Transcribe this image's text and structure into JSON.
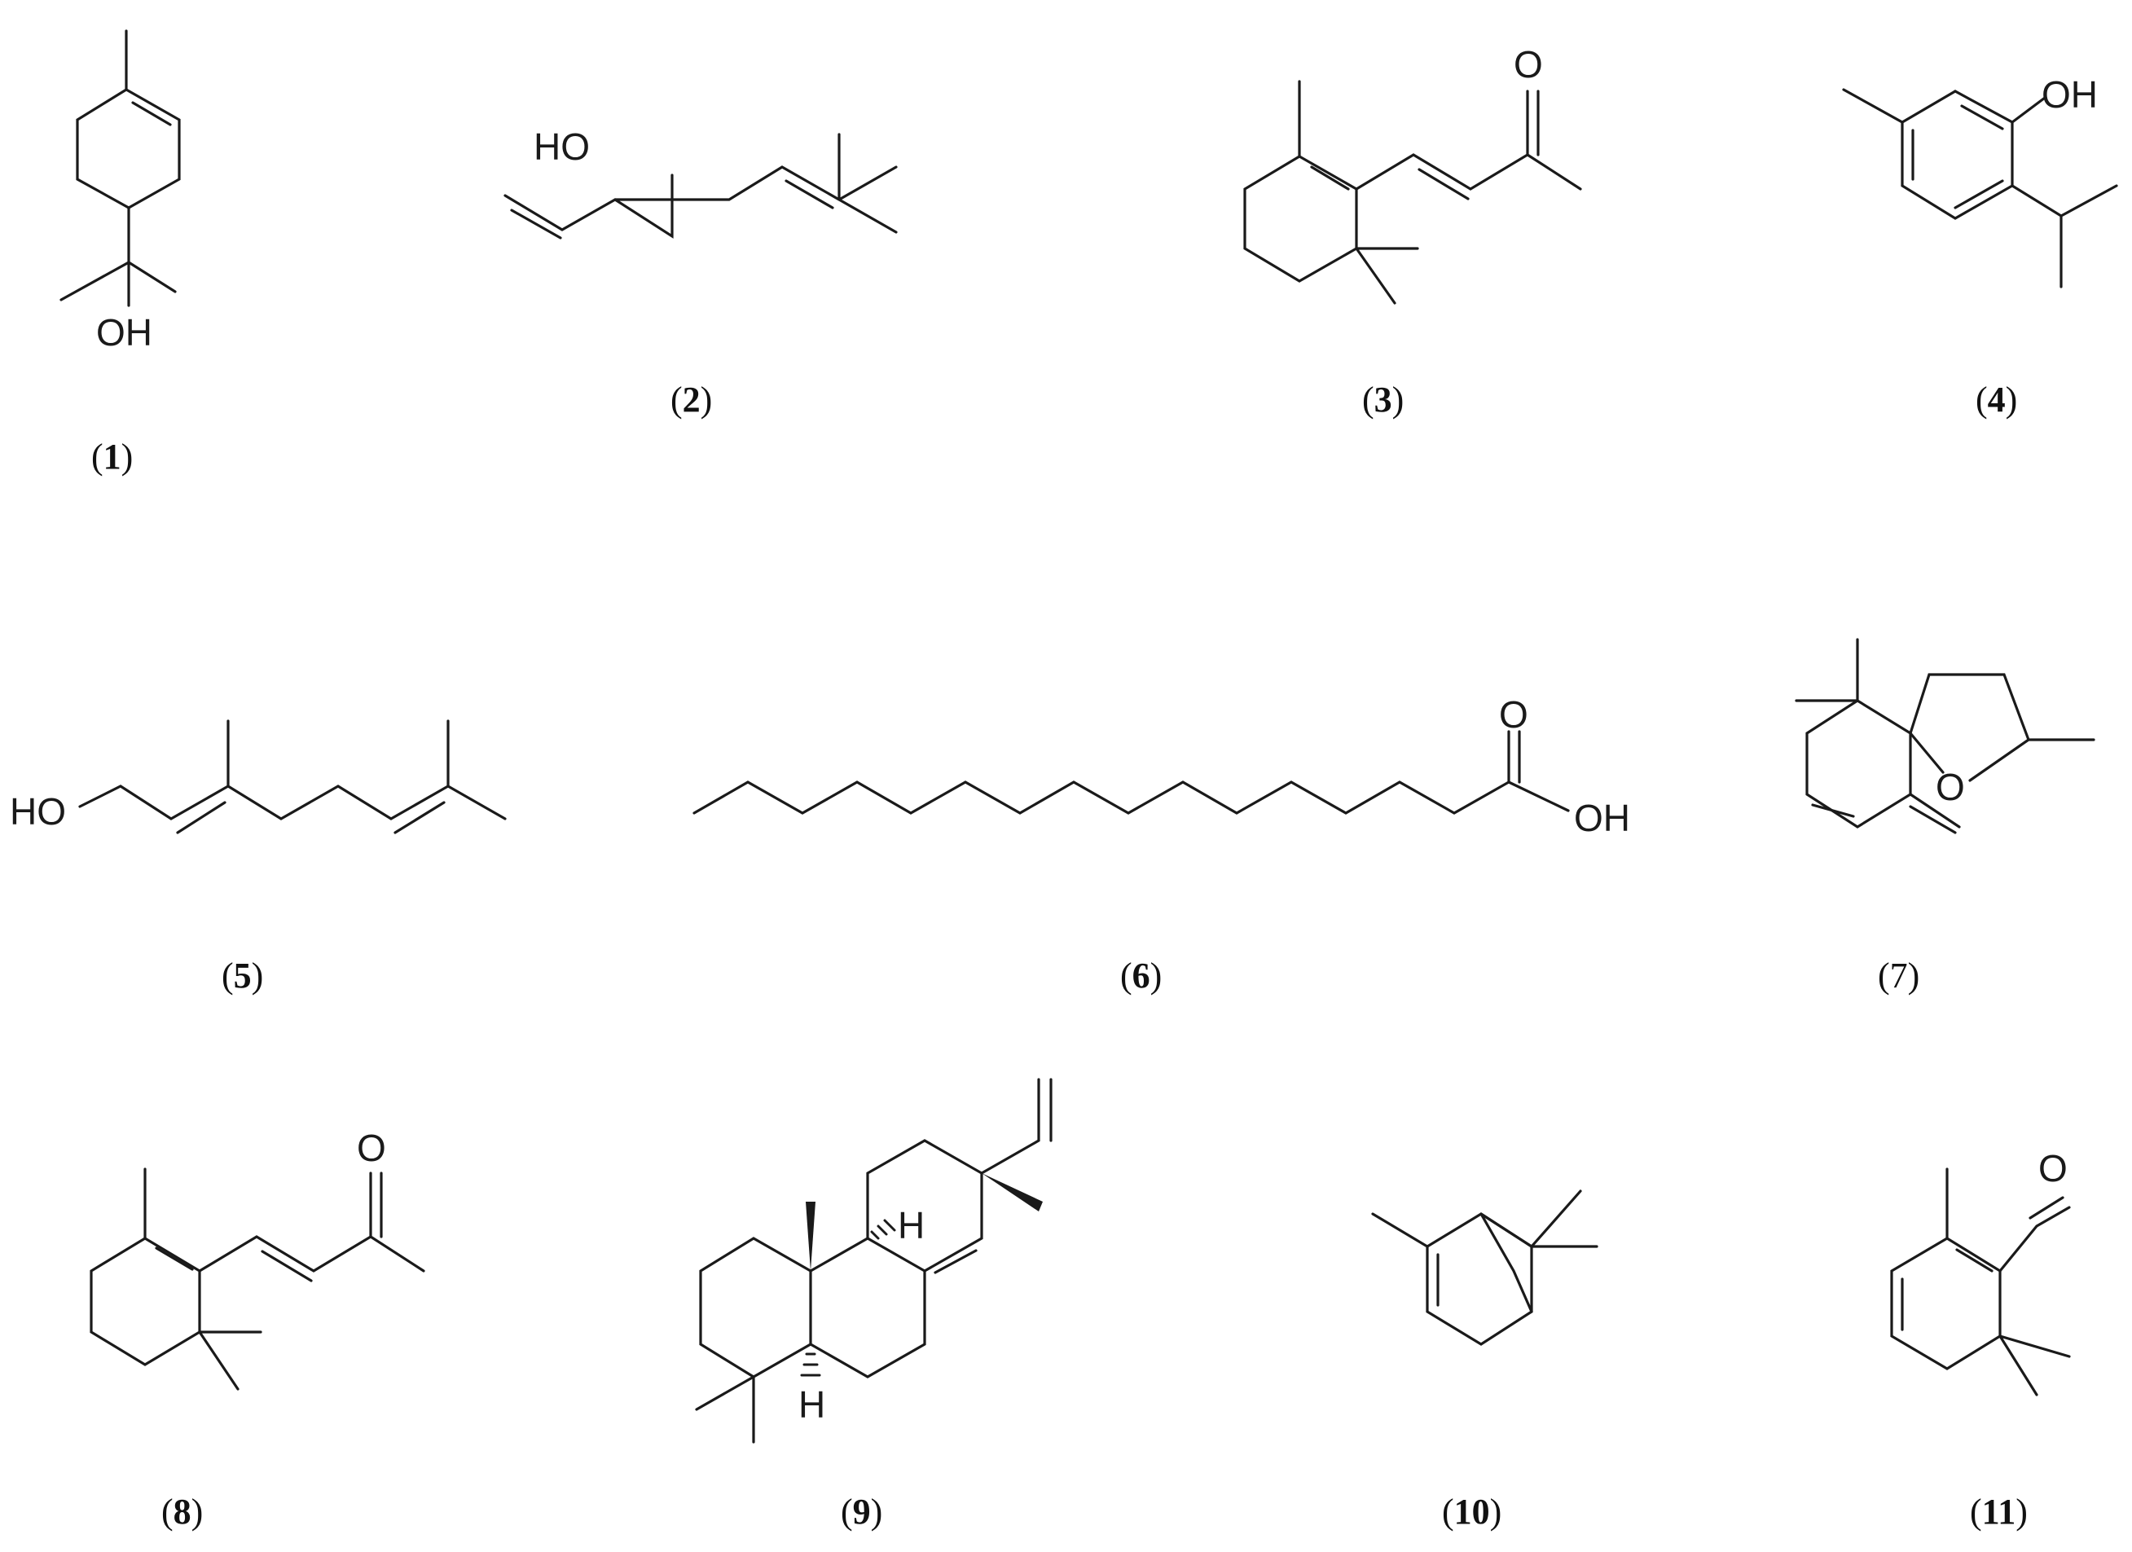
{
  "captions": {
    "c1": "1",
    "c2": "2",
    "c3": "3",
    "c4": "4",
    "c5": "5",
    "c6": "6",
    "c7": "(7)",
    "c8": "8",
    "c9": "9",
    "c10": "10",
    "c11": "11"
  },
  "atom_labels": {
    "oh": "OH",
    "ho": "HO",
    "o": "O",
    "h": "H"
  },
  "colors": {
    "ink": "#1a1a1a",
    "background": "#ffffff"
  }
}
